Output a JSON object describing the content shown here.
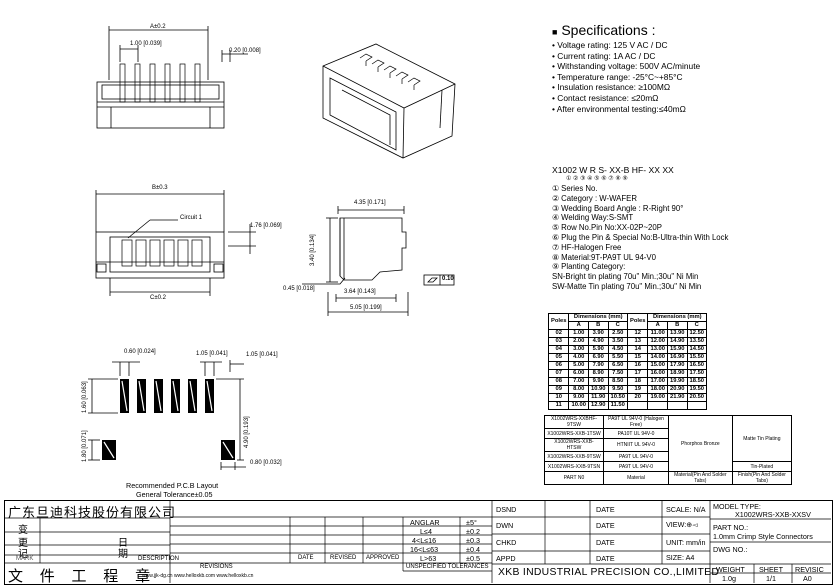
{
  "top_view": {
    "dim_a": "A±0.2",
    "pitch": "1.00 [0.039]",
    "pin_width": "0.20 [0.008]"
  },
  "front_view": {
    "dim_b": "B±0.3",
    "dim_c": "C±0.2",
    "circuit": "Circuit 1",
    "height": "1.76 [0.069]"
  },
  "side_view": {
    "width": "4.35 [0.171]",
    "height": "3.40 [0.134]",
    "tail": "0.45 [0.018]",
    "tab": "3.64 [0.143]",
    "depth": "5.05 [0.199]",
    "flatness_value": "0.10"
  },
  "pcb_layout": {
    "pad_w": "0.60 [0.024]",
    "pad_pitch": "1.05 [0.041]",
    "side_pitch": "1.05 [0.041]",
    "pad_len": "1.60 [0.063]",
    "total_h": "4.90 [0.193]",
    "tab_h": "1.80 [0.071]",
    "tab_w": "0.80 [0.032]",
    "caption": "Recommended P.C.B Layout",
    "tolerance": "General Tolerance±0.05"
  },
  "specifications": {
    "title": "Specifications",
    "title_suffix": ":",
    "items": [
      "Voltage rating: 125 V AC / DC",
      "Current rating: 1A  AC / DC",
      "Withstanding voltage: 500V AC/minute",
      "Temperature  range:   -25°C~+85°C",
      "Insulation resistance:  ≥100MΩ",
      "Contact resistance:  ≤20mΩ",
      "After environmental testing:≤40mΩ"
    ]
  },
  "part_number": {
    "code": "X1002 W R S-  XX-B HF- XX XX",
    "markers": "① ② ③ ④      ⑤   ⑥  ⑦    ⑧ ⑨",
    "items": [
      "① Series No.",
      "② Category : W-WAFER",
      "③ Wedding Board Angle : R-Right 90°",
      "④ Welding Way:S-SMT",
      "⑤ Row No.Pin No:XX-02P~20P",
      "⑥ Plug the Pin & Special No:B-Ultra-thin With Lock",
      "⑦ HF-Halogen Free",
      "⑧ Material:9T-PA9T UL 94-V0",
      "⑨ Planting Category:",
      "    SN-Bright tin plating 70u\" Min.;30u\" Ni Min",
      "    SW-Matte Tin plating 70u\" Min.;30u\" Ni Min"
    ]
  },
  "dim_table": {
    "head_poles": "Poles",
    "head_dims": "Dimensions (mm)",
    "cols": [
      "A",
      "B",
      "C"
    ],
    "left": [
      [
        "02",
        "1.00",
        "3.90",
        "2.50"
      ],
      [
        "03",
        "2.00",
        "4.90",
        "3.50"
      ],
      [
        "04",
        "3.00",
        "5.90",
        "4.50"
      ],
      [
        "05",
        "4.00",
        "6.90",
        "5.50"
      ],
      [
        "06",
        "5.00",
        "7.90",
        "6.50"
      ],
      [
        "07",
        "6.00",
        "8.90",
        "7.50"
      ],
      [
        "08",
        "7.00",
        "9.90",
        "8.50"
      ],
      [
        "09",
        "8.00",
        "10.90",
        "9.50"
      ],
      [
        "10",
        "9.00",
        "11.90",
        "10.50"
      ],
      [
        "11",
        "10.00",
        "12.90",
        "11.50"
      ]
    ],
    "right": [
      [
        "12",
        "11.00",
        "13.90",
        "12.50"
      ],
      [
        "13",
        "12.00",
        "14.90",
        "13.50"
      ],
      [
        "14",
        "13.00",
        "15.90",
        "14.50"
      ],
      [
        "15",
        "14.00",
        "16.90",
        "15.50"
      ],
      [
        "16",
        "15.00",
        "17.90",
        "16.50"
      ],
      [
        "17",
        "16.00",
        "18.90",
        "17.50"
      ],
      [
        "18",
        "17.00",
        "19.90",
        "18.50"
      ],
      [
        "19",
        "18.00",
        "20.90",
        "19.50"
      ],
      [
        "20",
        "19.00",
        "21.90",
        "20.50"
      ]
    ]
  },
  "material_table": {
    "rows": [
      [
        "X1002WRS-XXBHF-9TSW",
        "PA9T UL 94V-0 (Halogen Free)"
      ],
      [
        "X1002WRS-XXB-1TSW",
        "PA10T UL 94V-0"
      ],
      [
        "X1002WRS-XXB-HTSW",
        "HTNIIT UL 94V-0"
      ],
      [
        "X1002WRS-XXB-9TSW",
        "PA9T UL 94V-0"
      ],
      [
        "X1002WRS-XXB-9TSN",
        "PA9T UL 94V-0"
      ]
    ],
    "contact": "Phorphos Bronze",
    "finish_matte": "Matte Tin Plating",
    "finish_tin": "Tin-Plated",
    "foot": [
      "PART N0",
      "Material",
      "Material(Pin And Solder Tabs)",
      "Finish(Pin And Solder Tabs)"
    ]
  },
  "title_block": {
    "company_cn": "广东旦迪科技股份有限公司",
    "label_change": "变",
    "label_more": "更",
    "label_record": "记",
    "label_date_cn": "日",
    "label_period": "期",
    "label_mark": "MARK",
    "label_description": "DESCRIPTION",
    "label_revisions": "REVISIONS",
    "label_date": "DATE",
    "label_revised": "REVISED",
    "label_approved": "APPROVED",
    "doc_cn": "文 件 工 程 章",
    "websites": "www.jjk-dg.cn  www.helloxkb.com  www.helloxkb.cn",
    "angular": "ANGLAR",
    "tol_rows": [
      [
        "",
        "±5°"
      ],
      [
        "L≤4",
        "±0.2"
      ],
      [
        "4<L≤16",
        "±0.3"
      ],
      [
        "16<L≤63",
        "±0.4"
      ],
      [
        "L>63",
        "±0.5"
      ]
    ],
    "unspecified": "UNSPECIFIED TOLERANCES",
    "dsnd": "DSND",
    "dwn": "DWN",
    "chkd": "CHKD",
    "appd": "APPD",
    "date": "DATE",
    "scale": "SCALE: N/A",
    "view": "VIEW:⊕◅",
    "unit": "UNIT: mm/in",
    "size": "SIZE: A4",
    "company": "XKB INDUSTRIAL PRECISION CO.,LIMITED",
    "model_label": "MODEL TYPE:",
    "model": "X1002WRS-XXB-XXSV",
    "part_label": "PART NO.:",
    "part": "1.0mm Crimp Style Connectors",
    "dwg_label": "DWG NO.:",
    "weight_label": "WEIGHT",
    "weight": "1.0g",
    "sheet_label": "SHEET",
    "sheet": "1/1",
    "revision_label": "REVISIC",
    "revision": "A0"
  }
}
